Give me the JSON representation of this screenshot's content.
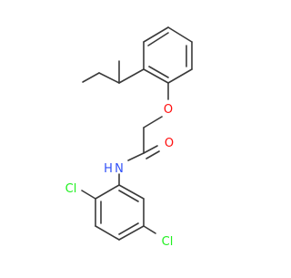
{
  "molecule": {
    "atom_labels": {
      "oxygen_ether": "O",
      "oxygen_carbonyl": "O",
      "nitrogen_amide": "N",
      "hydrogen_amide": "H",
      "chlorine_ortho": "Cl",
      "chlorine_meta": "Cl"
    }
  },
  "colors": {
    "bond": "#3a3a3a",
    "oxygen": "#ff0d0d",
    "nitrogen": "#3050f8",
    "chlorine": "#1ff01f",
    "background": "#ffffff"
  }
}
